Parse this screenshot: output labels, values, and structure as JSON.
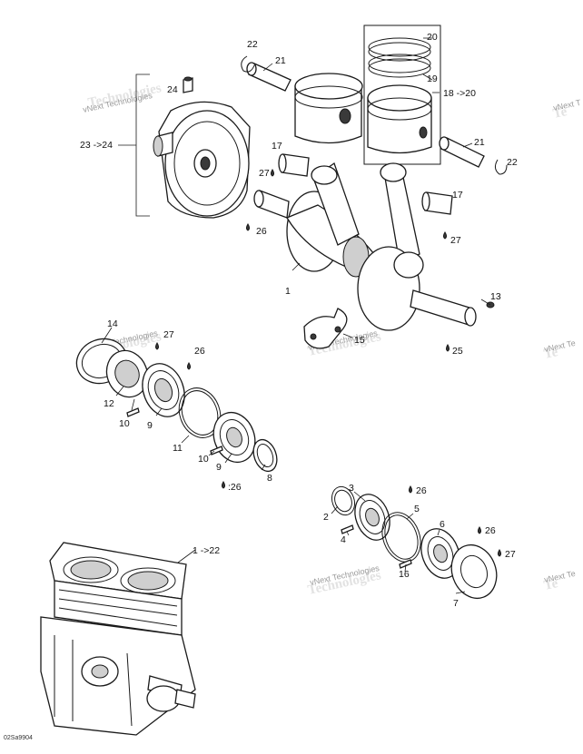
{
  "diagram": {
    "callouts": {
      "c1": "1",
      "c2": "2",
      "c3": "3",
      "c4": "4",
      "c5": "5",
      "c6": "6",
      "c7": "7",
      "c8": "8",
      "c9a": "9",
      "c9b": "9",
      "c10a": "10",
      "c10b": "10",
      "c11": "11",
      "c12": "12",
      "c13": "13",
      "c14": "14",
      "c15": "15",
      "c16": "16",
      "c17a": "17",
      "c17b": "17",
      "c18_20": "18 ->20",
      "c19": "19",
      "c20": "20",
      "c21a": "21",
      "c21b": "21",
      "c22a": "22",
      "c22b": "22",
      "c23_24": "23 ->24",
      "c24": "24",
      "c25": "25",
      "c26a": "26",
      "c26b": "26",
      "c26c": ":26",
      "c26d": "26",
      "c26e": "26",
      "c27a": "27",
      "c27b": "27",
      "c27c": "27",
      "c27d": "27",
      "c1_22": "1 ->22"
    },
    "watermark": "vNext Technologies",
    "figure_ref": "02Sa9904"
  },
  "colors": {
    "line": "#1a1a1a",
    "watermark": "#9a9a9a",
    "background": "#ffffff"
  }
}
